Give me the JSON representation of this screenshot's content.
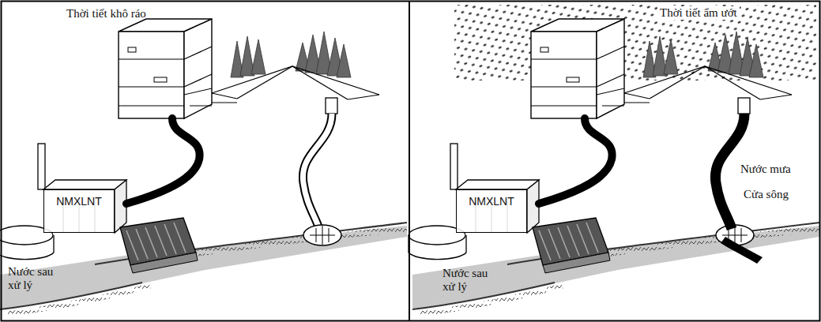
{
  "diagram": {
    "nodes": [
      {
        "text": [
          "NMXLNT"
        ]
      },
      {
        "text": [
          "NMXLNT"
        ]
      }
    ],
    "labels": [
      "Thời tiết khô ráo",
      "Nước sau xử lý",
      "Thời tiết ẩm ướt",
      "Nước mưa",
      "Cửa sông",
      "Nước sau xử lý"
    ]
  }
}
